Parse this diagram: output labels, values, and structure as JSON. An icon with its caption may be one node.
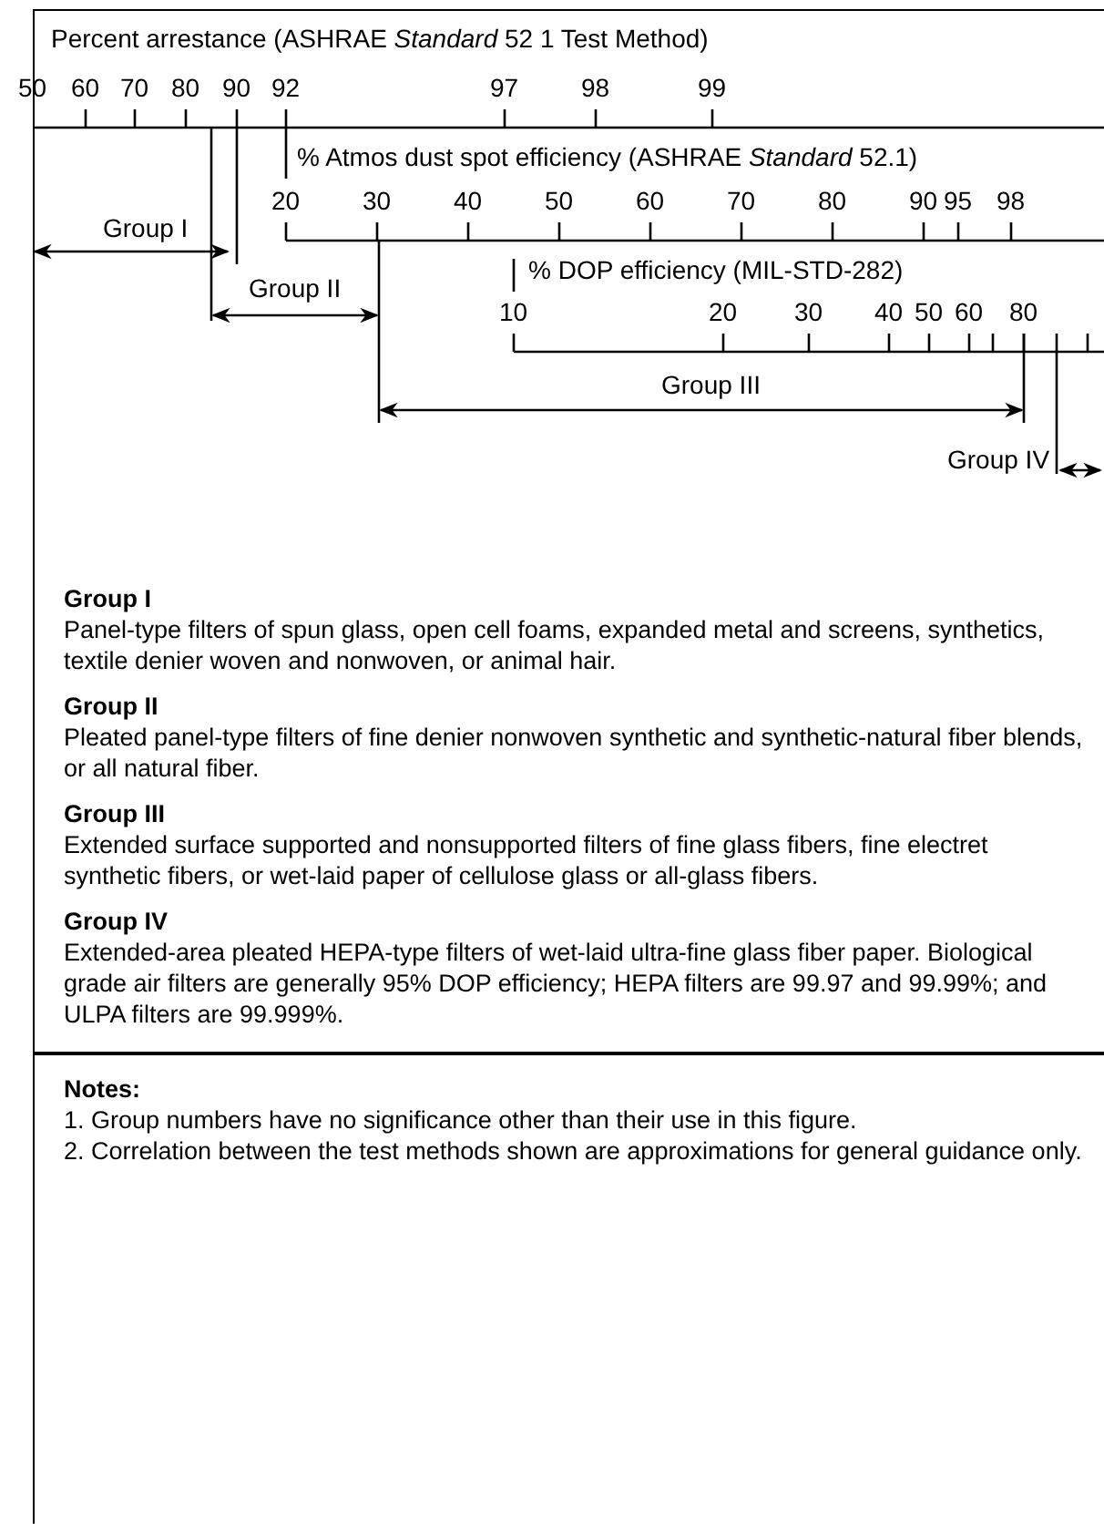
{
  "diagram": {
    "labels": [
      "Percent arrestance (ASHRAE *Standard* 52 1 Test Method)",
      "50",
      "60",
      "70",
      "80",
      "90",
      "92",
      "97",
      "98",
      "99",
      "% Atmos dust spot efficiency (ASHRAE *Standard* 52.1)",
      "20",
      "30",
      "40",
      "50",
      "60",
      "70",
      "80",
      "90",
      "95",
      "98",
      "Group I",
      "% DOP efficiency (MIL-STD-282)",
      "Group II",
      "10",
      "20",
      "30",
      "40",
      "50",
      "60",
      "80",
      "Group III",
      "Group IV",
      "Group I",
      "Panel-type filters of spun glass, open cell foams, expanded metal and screens, synthetics, textile denier woven and nonwoven, or animal hair.",
      "Group II",
      "Pleated panel-type filters of fine denier nonwoven synthetic and synthetic-natural fiber blends, or all natural fiber.",
      "Group III",
      "Extended surface supported and nonsupported filters of fine glass fibers, fine electret synthetic fibers, or wet-laid paper of cellulose glass or all-glass fibers.",
      "Group IV",
      "Extended-area pleated HEPA-type filters of wet-laid ultra-fine glass fiber paper. Biological grade air filters are generally 95% DOP efficiency; HEPA filters are 99.97 and 99.99%; and ULPA filters are 99.999%.",
      "Notes:",
      "1. Group numbers have no significance other than their use in this figure.",
      "2. Correlation between the test methods shown are approximations for general guidance only."
    ]
  }
}
